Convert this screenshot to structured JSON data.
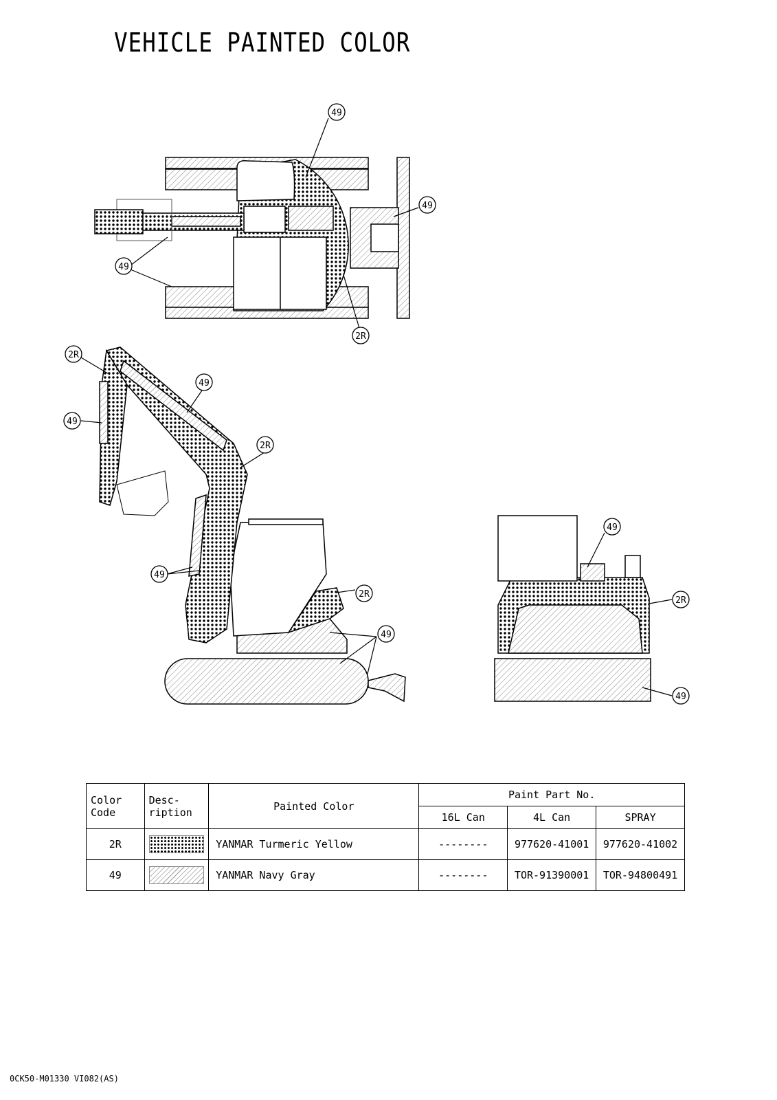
{
  "title": "VEHICLE PAINTED COLOR",
  "callouts": {
    "top_view": [
      "49",
      "49",
      "49",
      "2R"
    ],
    "side_view": [
      "2R",
      "49",
      "49",
      "2R",
      "49",
      "2R",
      "49"
    ],
    "rear_view": [
      "49",
      "2R",
      "49"
    ]
  },
  "table": {
    "headers": {
      "color_code": "Color Code",
      "color_code_l1": "Color",
      "color_code_l2": "Code",
      "description_l1": "Desc-",
      "description_l2": "ription",
      "painted_color": "Painted Color",
      "paint_part_no": "Paint Part No.",
      "can16": "16L Can",
      "can4": "4L Can",
      "spray": "SPRAY"
    },
    "rows": [
      {
        "code": "2R",
        "pattern": "dots",
        "color": "YANMAR Turmeric Yellow",
        "can16": "--------",
        "can4": "977620-41001",
        "spray": "977620-41002"
      },
      {
        "code": "49",
        "pattern": "hatch",
        "color": "YANMAR Navy Gray",
        "can16": "--------",
        "can4": "TOR-91390001",
        "spray": "TOR-94800491"
      }
    ]
  },
  "footer": "0CK50-M01330 VI082(AS)"
}
